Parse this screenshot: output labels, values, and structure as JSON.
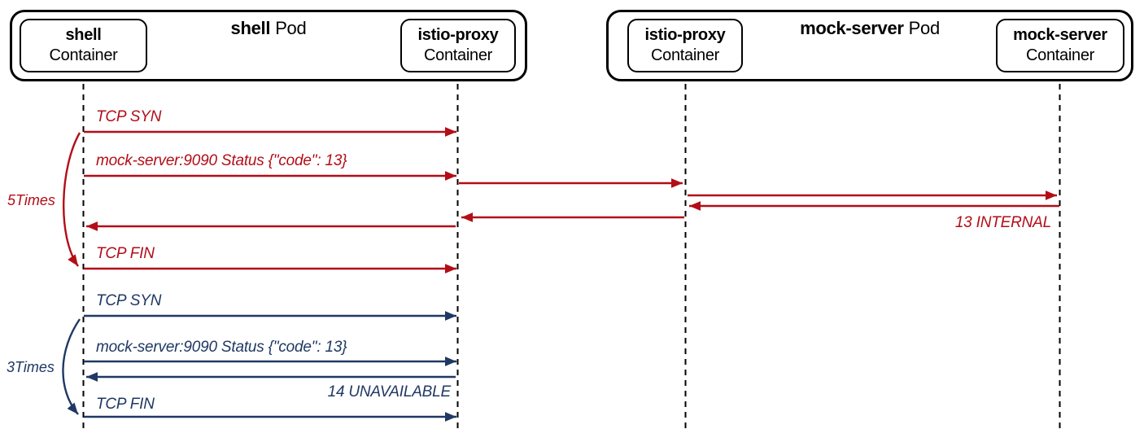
{
  "colors": {
    "red": "#b30d18",
    "blue": "#1f3864",
    "line": "#000000"
  },
  "pods": [
    {
      "name": "shell",
      "type_label": "Pod",
      "containers": [
        {
          "name": "shell",
          "type_label": "Container"
        },
        {
          "name": "istio-proxy",
          "type_label": "Container"
        }
      ]
    },
    {
      "name": "mock-server",
      "type_label": "Pod",
      "containers": [
        {
          "name": "istio-proxy",
          "type_label": "Container"
        },
        {
          "name": "mock-server",
          "type_label": "Container"
        }
      ]
    }
  ],
  "red_flow": {
    "loop_label": "5Times",
    "tcp_syn": "TCP SYN",
    "status": "mock-server:9090 Status {\"code\": 13}",
    "response": "13 INTERNAL",
    "tcp_fin": "TCP FIN"
  },
  "blue_flow": {
    "loop_label": "3Times",
    "tcp_syn": "TCP SYN",
    "status": "mock-server:9090 Status {\"code\": 13}",
    "response": "14 UNAVAILABLE",
    "tcp_fin": "TCP FIN"
  }
}
